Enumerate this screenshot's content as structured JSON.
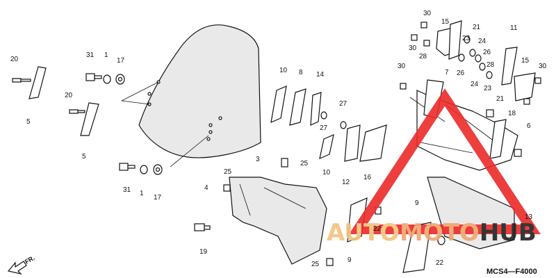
{
  "diagram": {
    "code": "MCS4—F4000",
    "direction_label": "FR.",
    "watermark_text": "AUTOMOTOHUB",
    "watermark_colors": {
      "auto": "#f3c27a",
      "moto": "#f0a56c",
      "hub": "#222222",
      "triangle": "#ec2a2a"
    },
    "callouts": [
      "30",
      "15",
      "21",
      "23",
      "24",
      "26",
      "30",
      "28",
      "11",
      "15",
      "30",
      "28",
      "30",
      "20",
      "31",
      "1",
      "17",
      "10",
      "8",
      "14",
      "20",
      "5",
      "27",
      "27",
      "5",
      "18",
      "6",
      "7",
      "26",
      "24",
      "23",
      "21",
      "3",
      "25",
      "25",
      "10",
      "12",
      "16",
      "31",
      "1",
      "17",
      "4",
      "9",
      "22",
      "13",
      "19",
      "9",
      "22",
      "25"
    ]
  }
}
